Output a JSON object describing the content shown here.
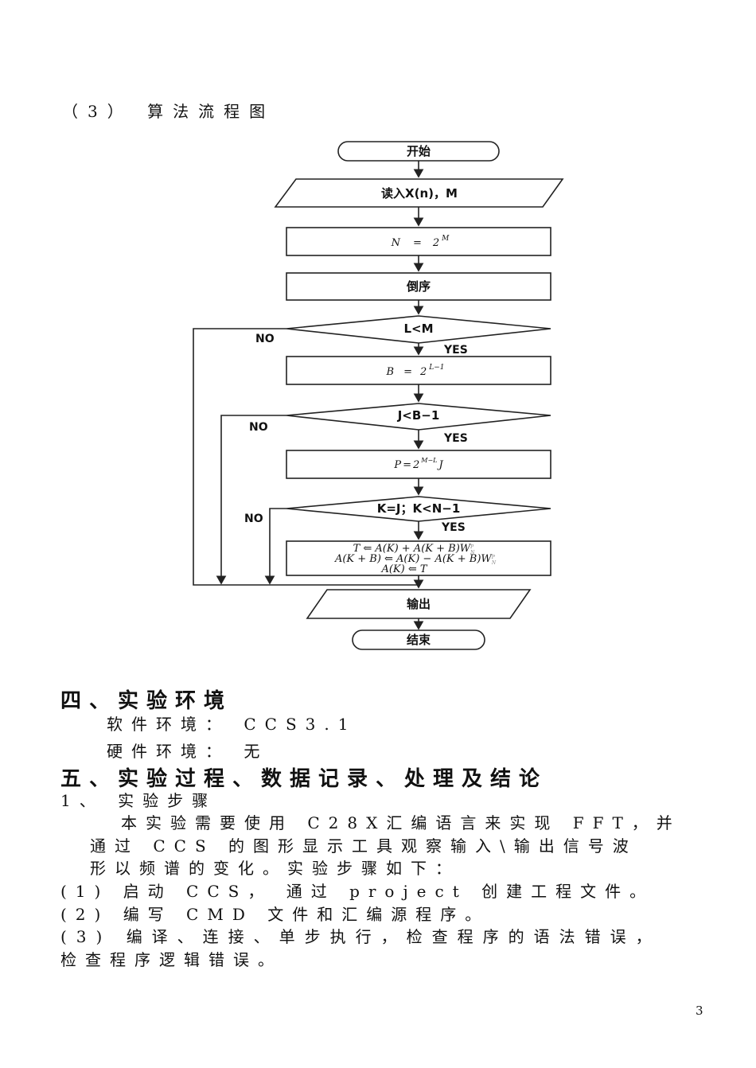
{
  "caption": "（3） 算法流程图",
  "flowchart": {
    "start": "开始",
    "input": "读入X(n)，M",
    "n_assign": "N = 2^M",
    "n_lhs": "N",
    "n_eq": "=",
    "n_base": "2",
    "n_exp": "M",
    "reverse": "倒序",
    "cond1": "L<M",
    "b_lhs": "B",
    "b_eq": "=",
    "b_base": "2",
    "b_exp": "L−1",
    "cond2": "J<B−1",
    "p_lhs": "P",
    "p_eq": "=",
    "p_base": "2",
    "p_exp": "M−L",
    "p_tail": "J",
    "cond3": "K=J；K<N−1",
    "bf_line1": "T ⇐ A(K) + A(K + B)W",
    "bf_line2": "A(K + B) ⇐ A(K) − A(K + B)W",
    "bf_line3": "A(K) ⇐ T",
    "bf_sup": "P",
    "bf_sub": "N",
    "output": "输出",
    "end": "结束",
    "yes": "YES",
    "no": "NO"
  },
  "section4": {
    "heading": "四、实验环境",
    "software": "软件环境：  CCS3.1",
    "hardware": "硬件环境：  无"
  },
  "section5": {
    "heading": "五、实验过程、数据记录、处理及结论",
    "step_title": "1、 实验步骤",
    "intro_1": "本实验需要使用 C28X汇编语言来实现 FFT，并",
    "intro_2": "通过 CCS 的图形显示工具观察输入\\输出信号波",
    "intro_3": "形以频谱的变化。实验步骤如下：",
    "step1": "(1) 启动 CCS， 通过 project 创建工程文件。",
    "step2": "(2) 编写 CMD 文件和汇编源程序。",
    "step3a": "(3) 编译、连接、单步执行，检查程序的语法错误，",
    "step3b": "检查程序逻辑错误。"
  },
  "page_number": "3"
}
